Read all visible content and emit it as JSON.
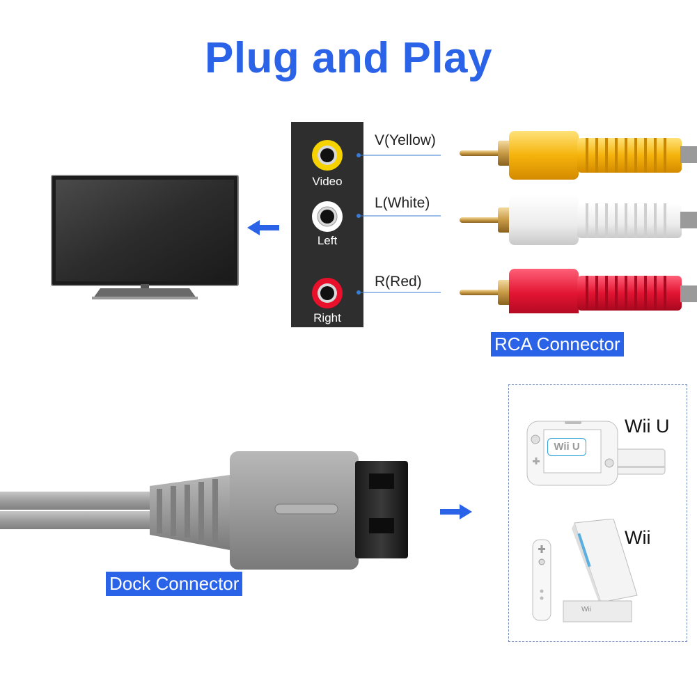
{
  "title": "Plug and Play",
  "jack_panel": {
    "jacks": [
      {
        "label": "Video",
        "wire_label": "V(Yellow)",
        "color": "#f5d200"
      },
      {
        "label": "Left",
        "wire_label": "L(White)",
        "color": "#ffffff"
      },
      {
        "label": "Right",
        "wire_label": "R(Red)",
        "color": "#e8102a"
      }
    ]
  },
  "rca_tag": "RCA Connector",
  "dock_tag": "Dock Connector",
  "consoles": [
    {
      "name": "Wii U",
      "screen_logo": "Wii U"
    },
    {
      "name": "Wii",
      "stand_logo": "Wii"
    }
  ],
  "colors": {
    "accent": "#2b63e8",
    "panel": "#2e2e2e",
    "cable_gray": "#9a9a9a",
    "yellow": "#f8c81c",
    "white_plug": "#f2f2f2",
    "red": "#e21432"
  },
  "icons": [
    "tv-icon",
    "arrow-left-icon",
    "arrow-right-icon",
    "rca-plug-icon",
    "dock-plug-icon",
    "wii-u-console-icon",
    "wii-console-icon"
  ]
}
